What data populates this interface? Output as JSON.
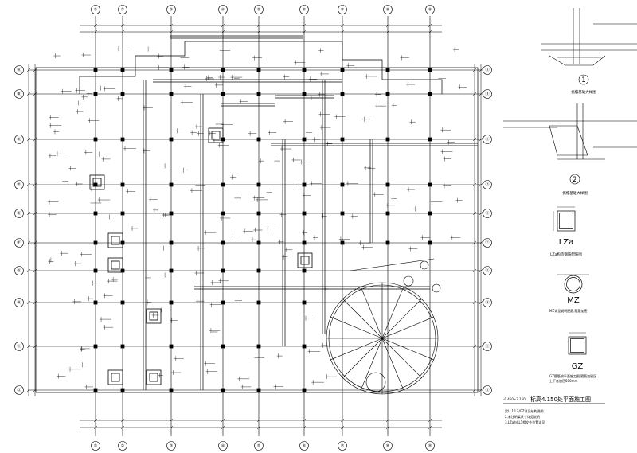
{
  "plan": {
    "title": "标高4.150处平面施工图",
    "scale_prefix": "-0.450~3.150",
    "notes": [
      "梁LL1/LZ/GZ详见结构说明",
      "2.未注明梁尺寸详见说明",
      "3.LZa与LL1相交处位置详见"
    ]
  },
  "grid": {
    "top_labels": [
      "①",
      "②",
      "③",
      "④",
      "⑤",
      "⑥",
      "⑦",
      "⑧",
      "⑨"
    ],
    "bottom_labels": [
      "①",
      "②",
      "③",
      "④",
      "⑤",
      "⑥",
      "⑦",
      "⑧",
      "⑨"
    ],
    "left_labels": [
      "Ⓐ",
      "Ⓑ",
      "Ⓒ",
      "Ⓓ",
      "Ⓔ",
      "Ⓕ",
      "Ⓖ",
      "Ⓗ",
      "Ⓘ",
      "Ⓙ"
    ],
    "right_labels": [
      "Ⓐ",
      "Ⓑ",
      "Ⓒ",
      "Ⓓ",
      "Ⓔ",
      "Ⓕ",
      "Ⓖ",
      "Ⓗ",
      "Ⓘ",
      "Ⓙ"
    ]
  },
  "details": {
    "detail1_mark": "1",
    "detail1_title": "挑檐基础大样图",
    "detail2_mark": "2",
    "detail2_title": "挑檐基础大样图",
    "lza_label": "LZa",
    "lza_title": "LZa构造钢筋配筋图",
    "mz_label": "MZ",
    "mz_note": "MZ详见说明配筋,箍筋加密",
    "gz_label": "GZ",
    "gz_note_1": "GZ箍筋按平面施工图,箍筋加密区",
    "gz_note_2": "上下各加密500mm"
  },
  "colors": {
    "line": "#000000",
    "background": "#ffffff"
  }
}
